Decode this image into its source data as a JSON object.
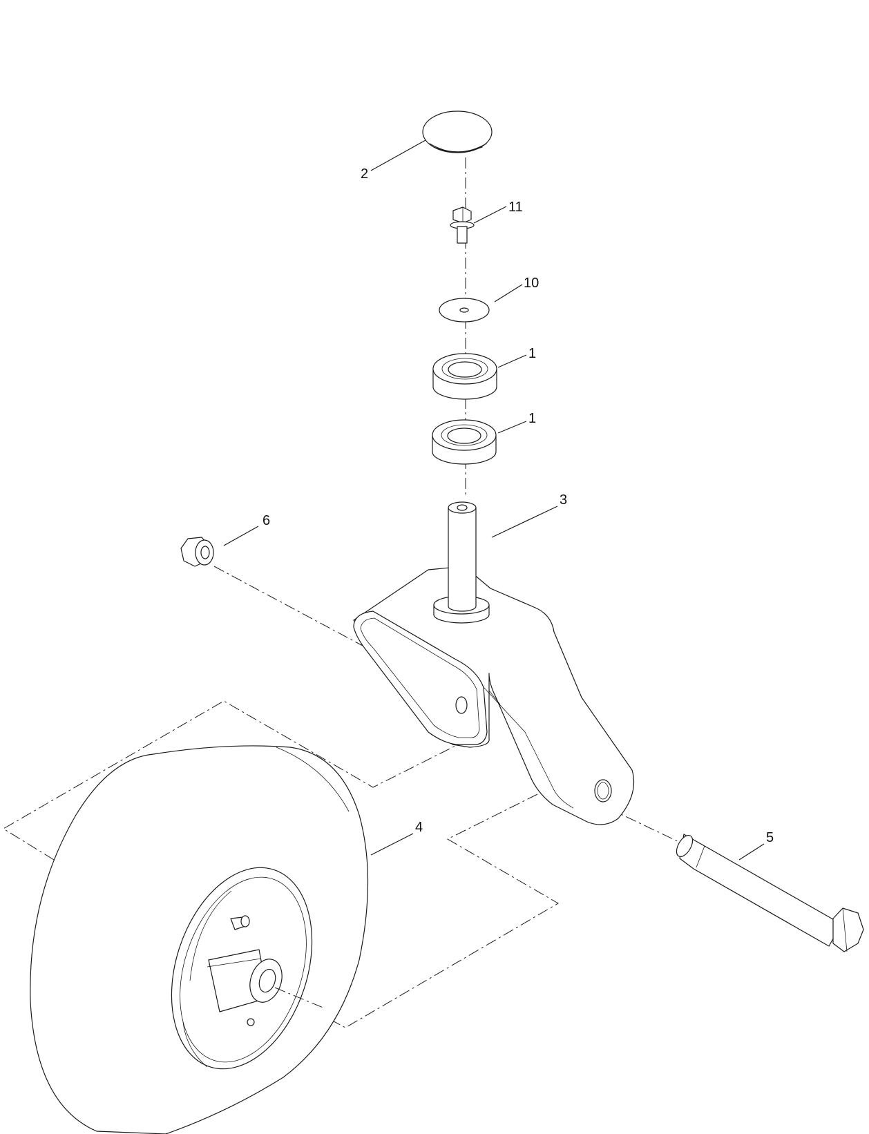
{
  "callouts": {
    "c1a": "1",
    "c1b": "1",
    "c2": "2",
    "c3": "3",
    "c4": "4",
    "c5": "5",
    "c6": "6",
    "c10": "10",
    "c11": "11"
  }
}
